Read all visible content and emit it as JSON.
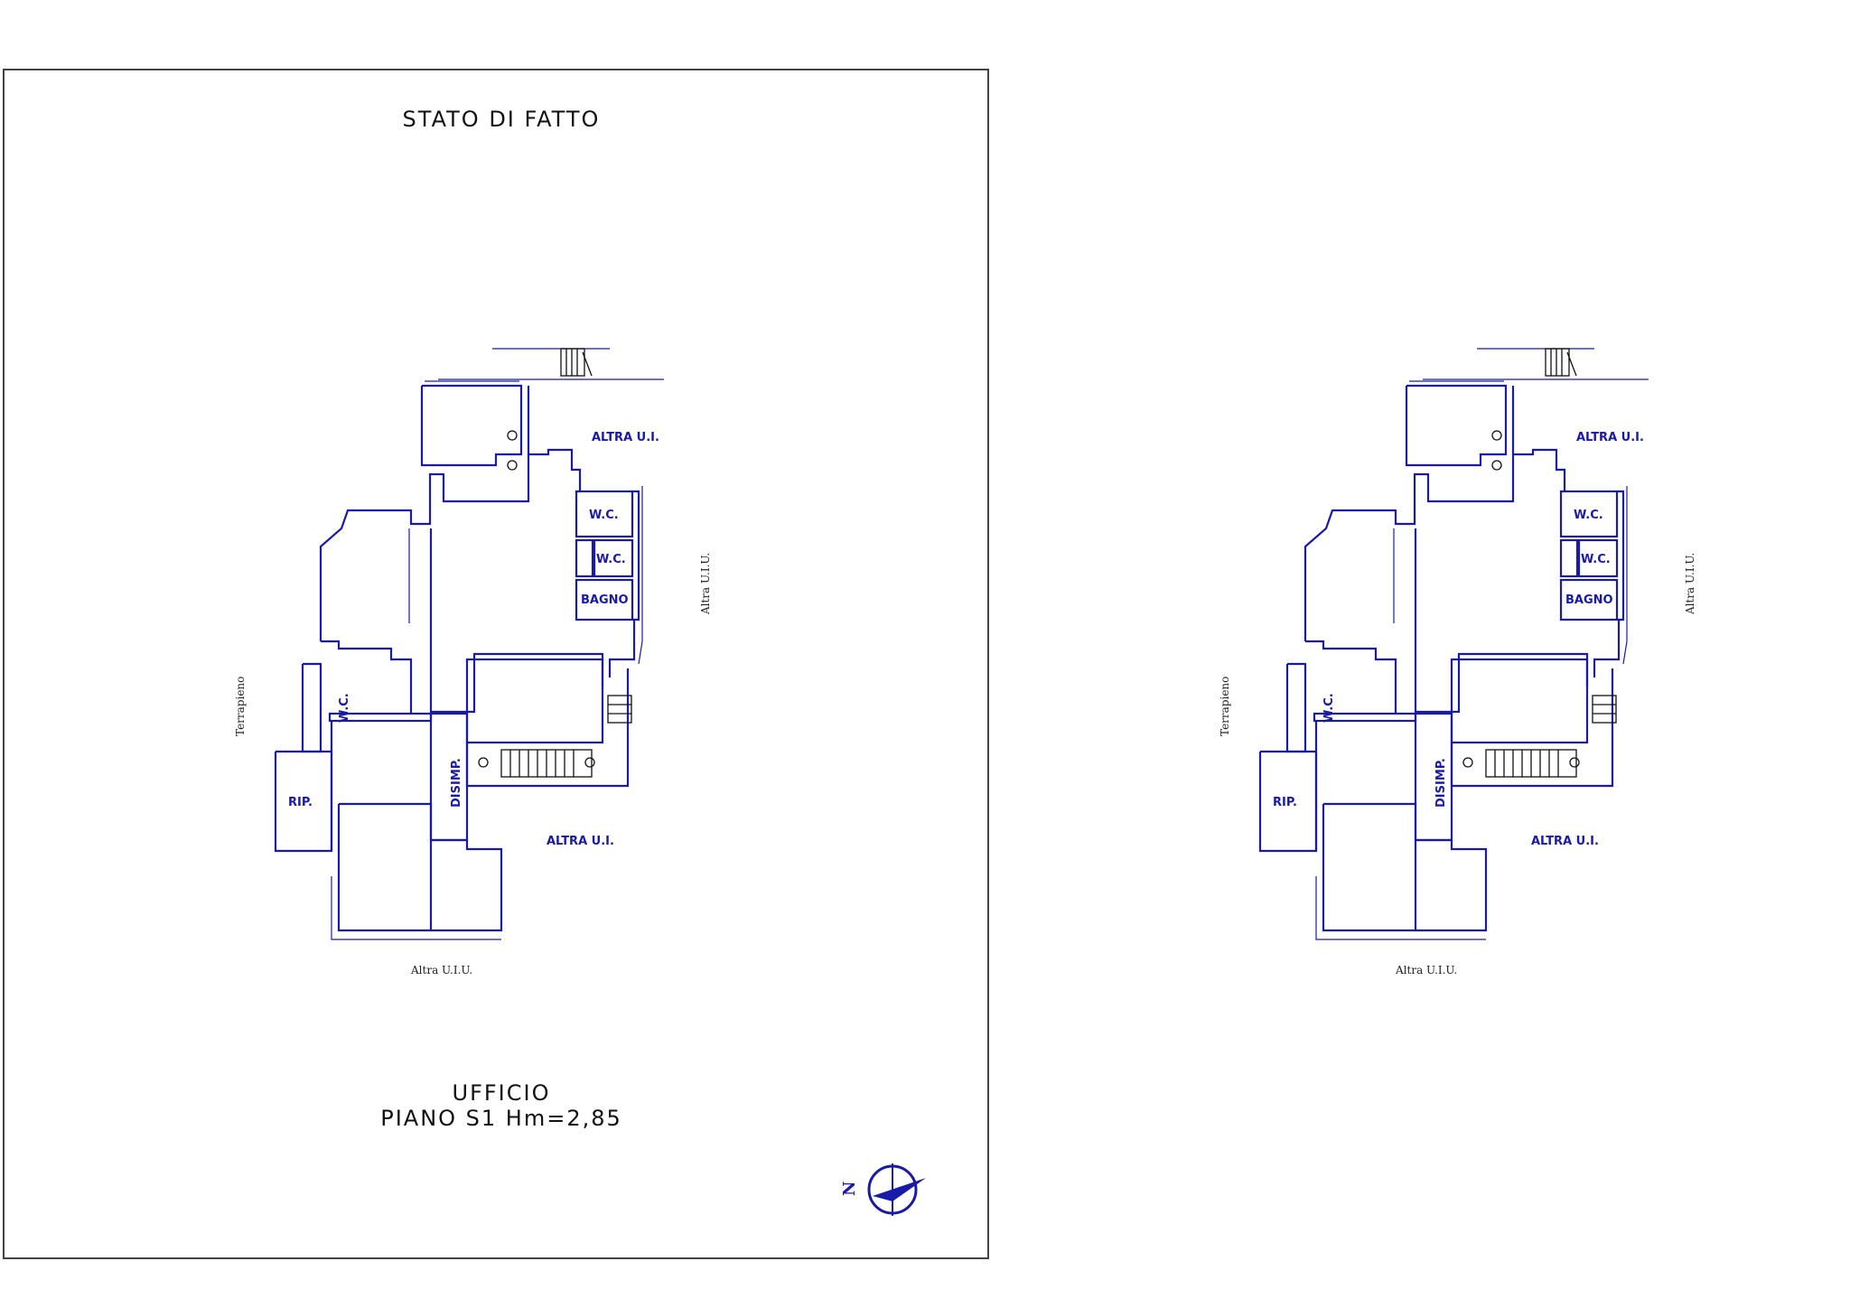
{
  "sheet": {
    "heading": "STATO DI FATTO",
    "use": "UFFICIO",
    "floor": "PIANO S1 Hm=2,85"
  },
  "plan": {
    "rooms": {
      "wc_top": "W.C.",
      "wc_small": "W.C.",
      "bagno": "BAGNO",
      "wc_left": "W.C.",
      "rip": "RIP.",
      "disimp": "DISIMP."
    },
    "neighbors": {
      "altra_ui_top": "ALTRA U.I.",
      "altra_ui_bottom": "ALTRA U.I.",
      "altra_uiu_right": "Altra U.I.U.",
      "altra_uiu_bottom": "Altra U.I.U.",
      "terrapieno": "Terrapieno"
    }
  },
  "compass": {
    "label": "N",
    "icon": "north-arrow-icon"
  },
  "colors": {
    "walls": "#1a1aa8",
    "frame": "#444444",
    "text": "#111111"
  }
}
